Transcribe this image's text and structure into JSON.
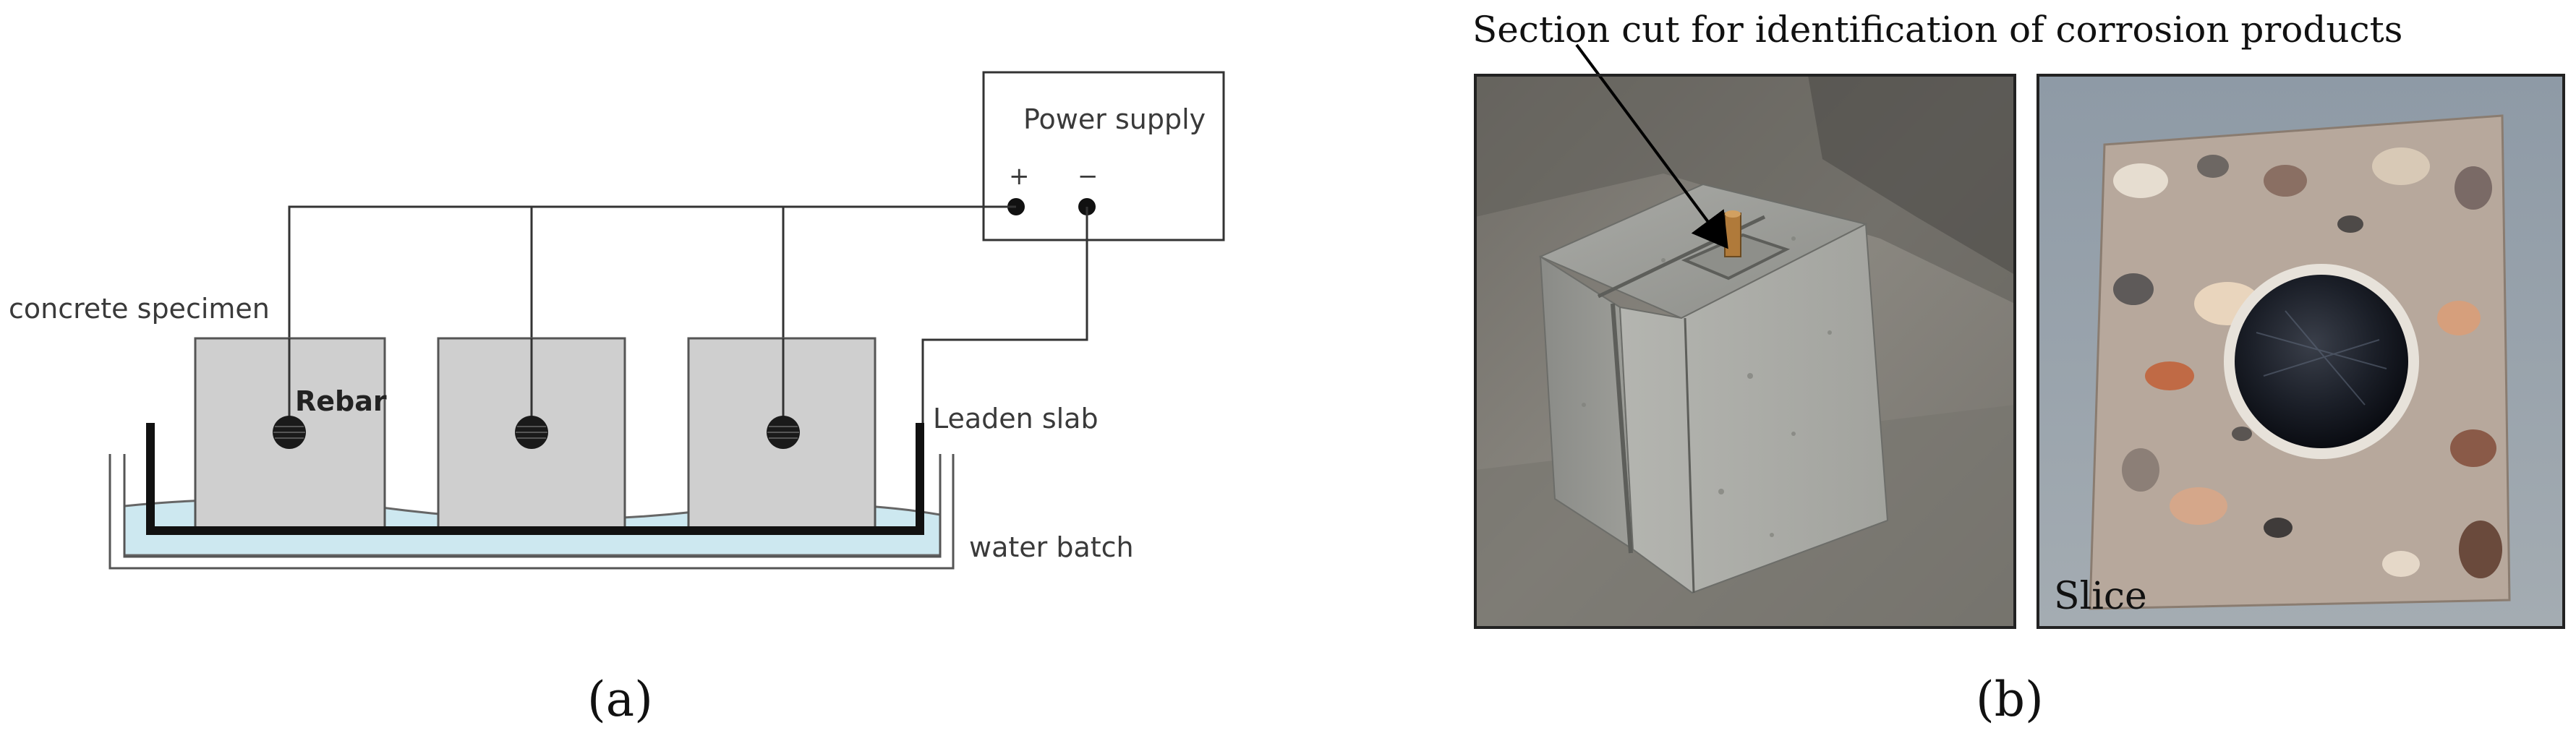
{
  "panel_a": {
    "power_supply": "Power supply",
    "plus": "+",
    "minus": "−",
    "concrete_specimen": "concrete specimen",
    "rebar": "Rebar",
    "leaden_slab": "Leaden slab",
    "water_batch": "water batch",
    "caption": "(a)"
  },
  "panel_b": {
    "section_cut": "Section cut for identification of corrosion products",
    "slice": "Slice",
    "caption": "(b)"
  },
  "colors": {
    "specimen_fill": "#cfcfcf",
    "water": "#cde8f0",
    "slab": "#111111",
    "line": "#333333"
  }
}
